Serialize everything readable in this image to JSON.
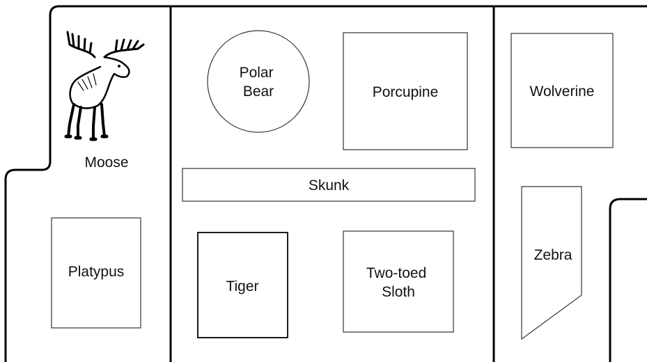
{
  "colors": {
    "wall": "#000000",
    "enclosure": "#333333",
    "label": "#111111",
    "background": "#ffffff"
  },
  "enclosures": {
    "moose": {
      "label": "Moose",
      "icon": "moose-icon"
    },
    "polar_bear": {
      "lines": [
        "Polar",
        "Bear"
      ]
    },
    "porcupine": {
      "label": "Porcupine"
    },
    "wolverine": {
      "label": "Wolverine"
    },
    "skunk": {
      "label": "Skunk"
    },
    "platypus": {
      "label": "Platypus"
    },
    "tiger": {
      "label": "Tiger"
    },
    "sloth": {
      "lines": [
        "Two-toed",
        "Sloth"
      ]
    },
    "zebra": {
      "label": "Zebra"
    }
  }
}
